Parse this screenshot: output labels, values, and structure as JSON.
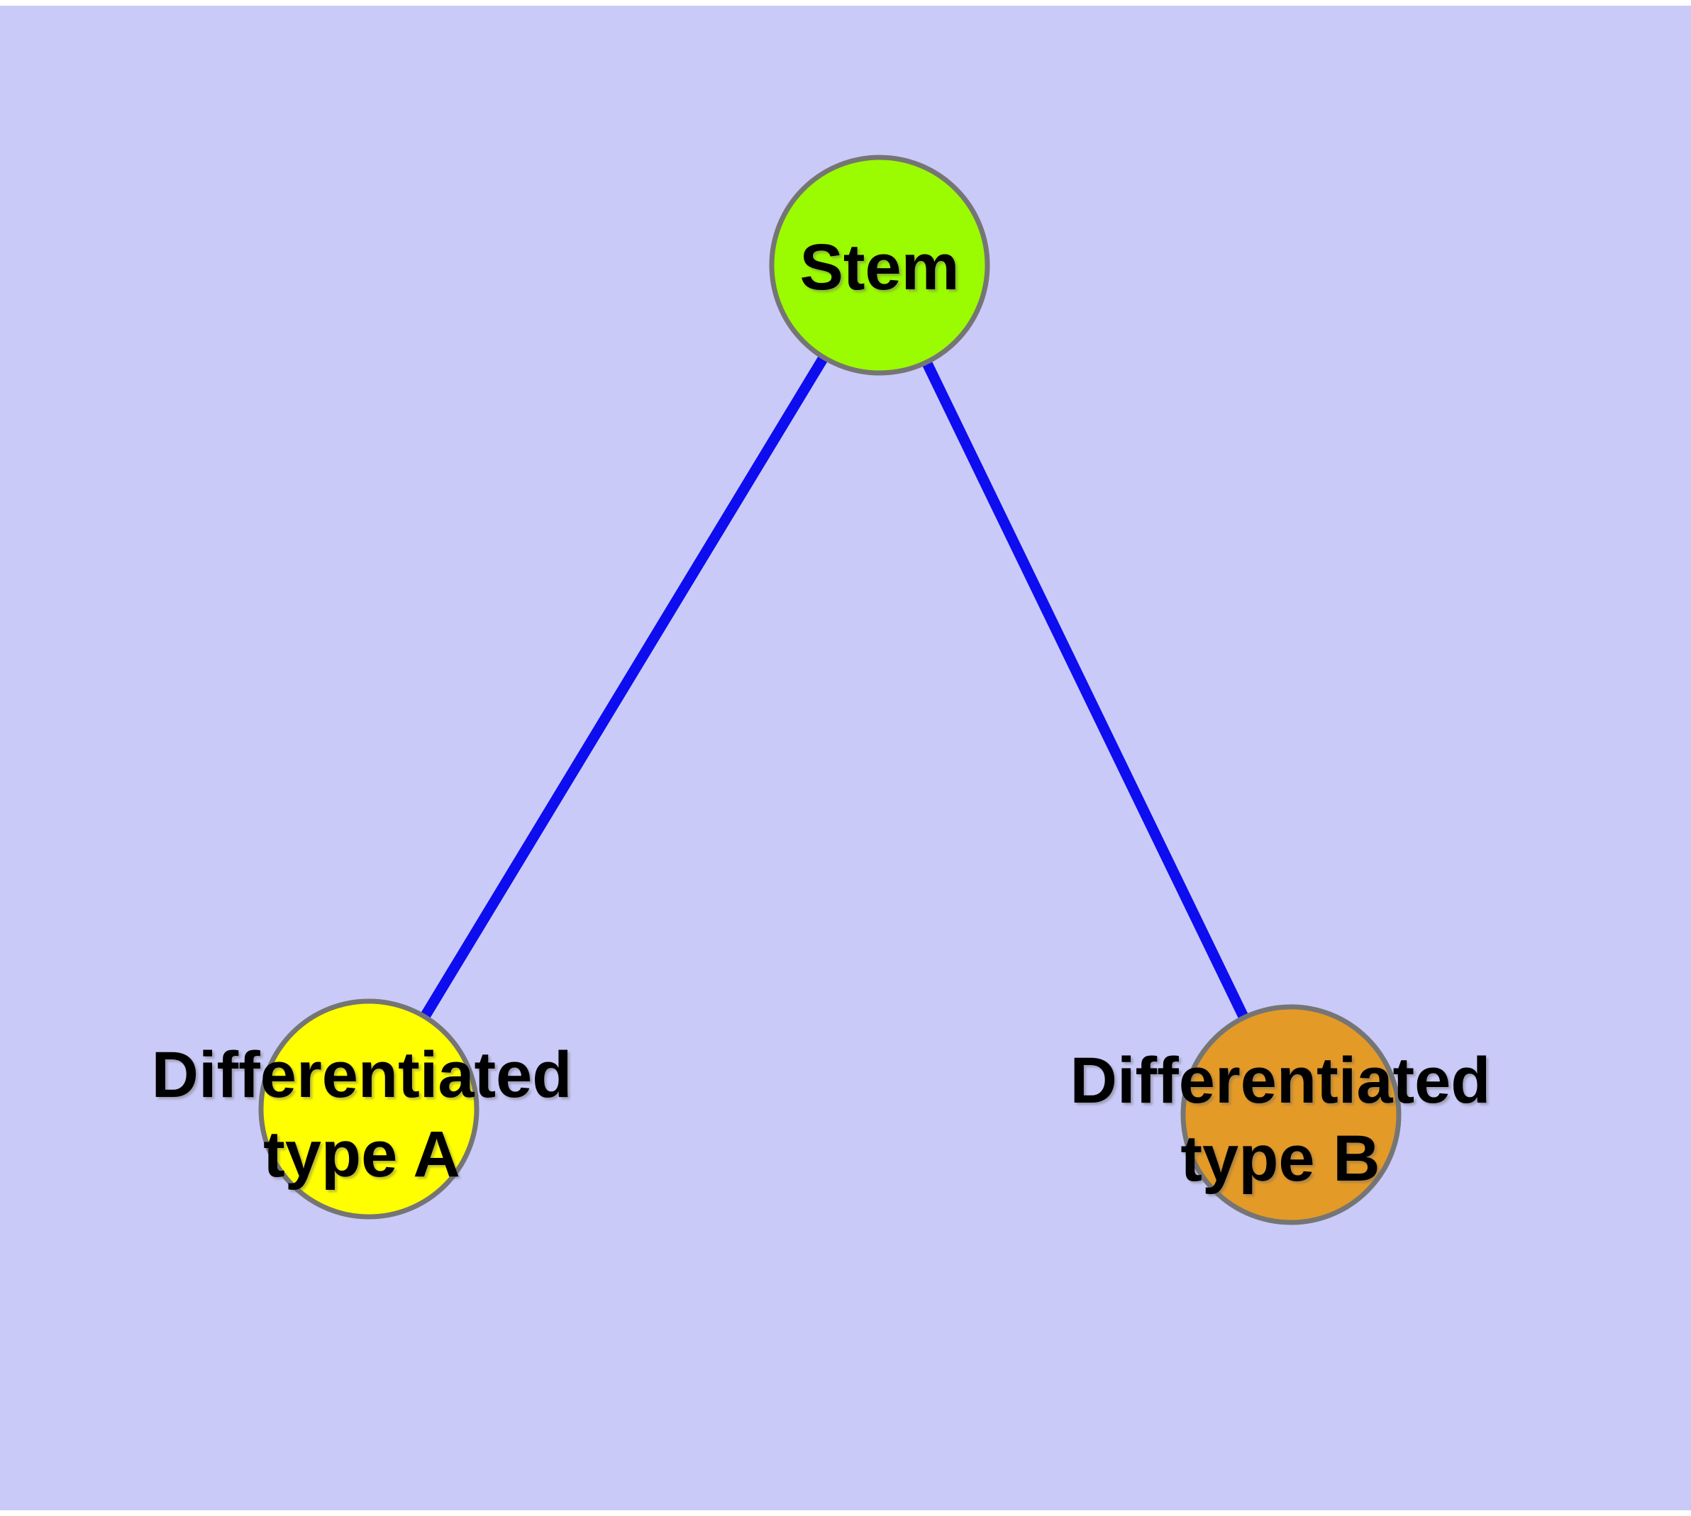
{
  "diagram": {
    "background_color": "#CACAF8",
    "edge_color": "#0D0DF0",
    "node_border_color": "#757575",
    "label_color": "#000000",
    "nodes": {
      "stem": {
        "label": "Stem",
        "fill": "#9BFB00"
      },
      "type_a": {
        "label_line1": "Differentiated",
        "label_line2": "type A",
        "fill": "#FFFF00"
      },
      "type_b": {
        "label_line1": "Differentiated",
        "label_line2": "type B",
        "fill": "#E49A27"
      }
    },
    "edges": [
      {
        "from": "Stem",
        "to": "Differentiated type A"
      },
      {
        "from": "Stem",
        "to": "Differentiated type B"
      }
    ]
  }
}
